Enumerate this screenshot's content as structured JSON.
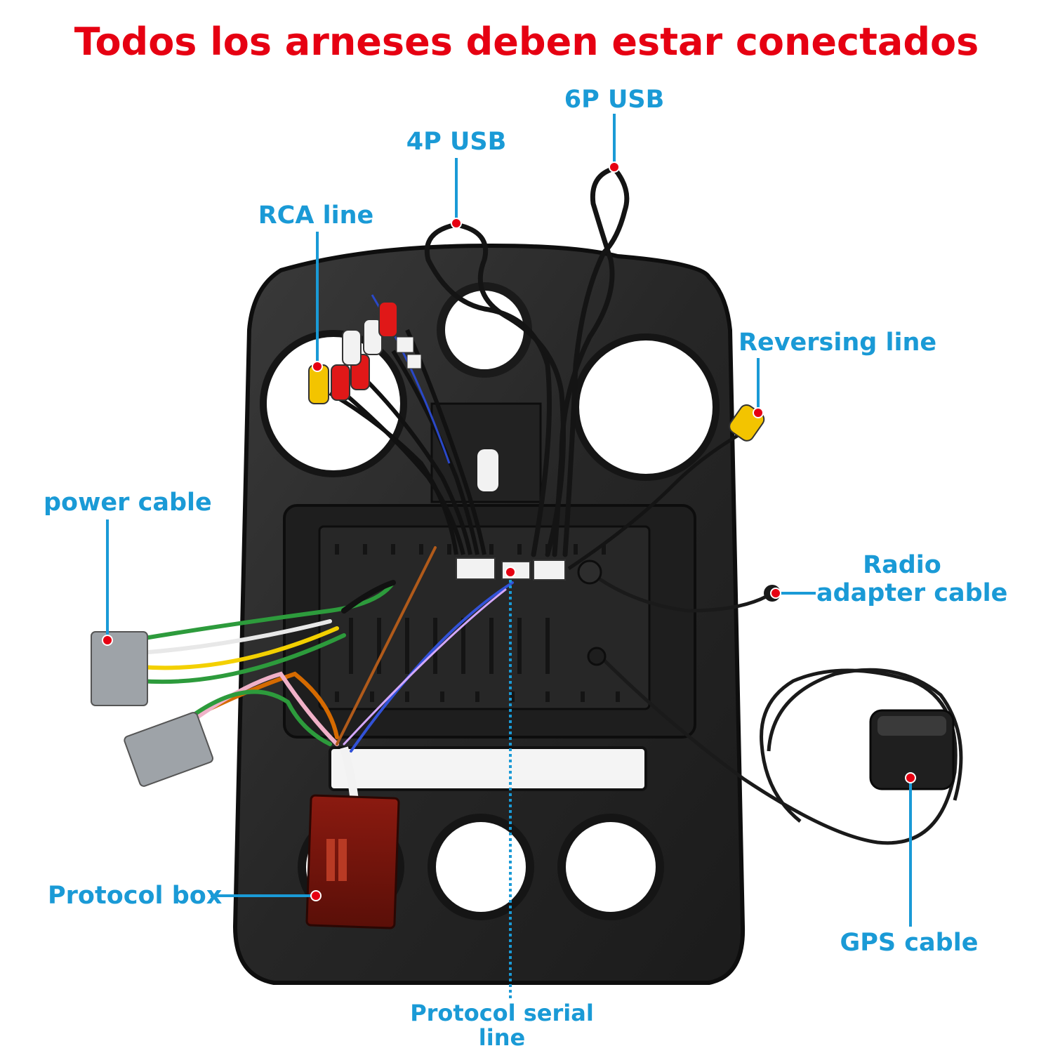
{
  "title": "Todos los arneses deben estar conectados",
  "colors": {
    "title": "#e60012",
    "label": "#1a9ad6",
    "leader": "#1a9ad6",
    "dot": "#e60012",
    "panel": "#2b2b2b",
    "panel_edge": "#111111"
  },
  "labels": {
    "usb6": "6P USB",
    "usb4": "4P USB",
    "rca": "RCA line",
    "reversing": "Reversing line",
    "power": "power cable",
    "radio_line1": "Radio",
    "radio_line2": "adapter cable",
    "protocol_box": "Protocol box",
    "gps": "GPS cable",
    "serial_line1": "Protocol serial",
    "serial_line2": "line"
  },
  "icons": {
    "leader_dot": "red-dot-icon",
    "gps_antenna": "gps-antenna-icon",
    "protocol_box": "protocol-box-icon"
  }
}
